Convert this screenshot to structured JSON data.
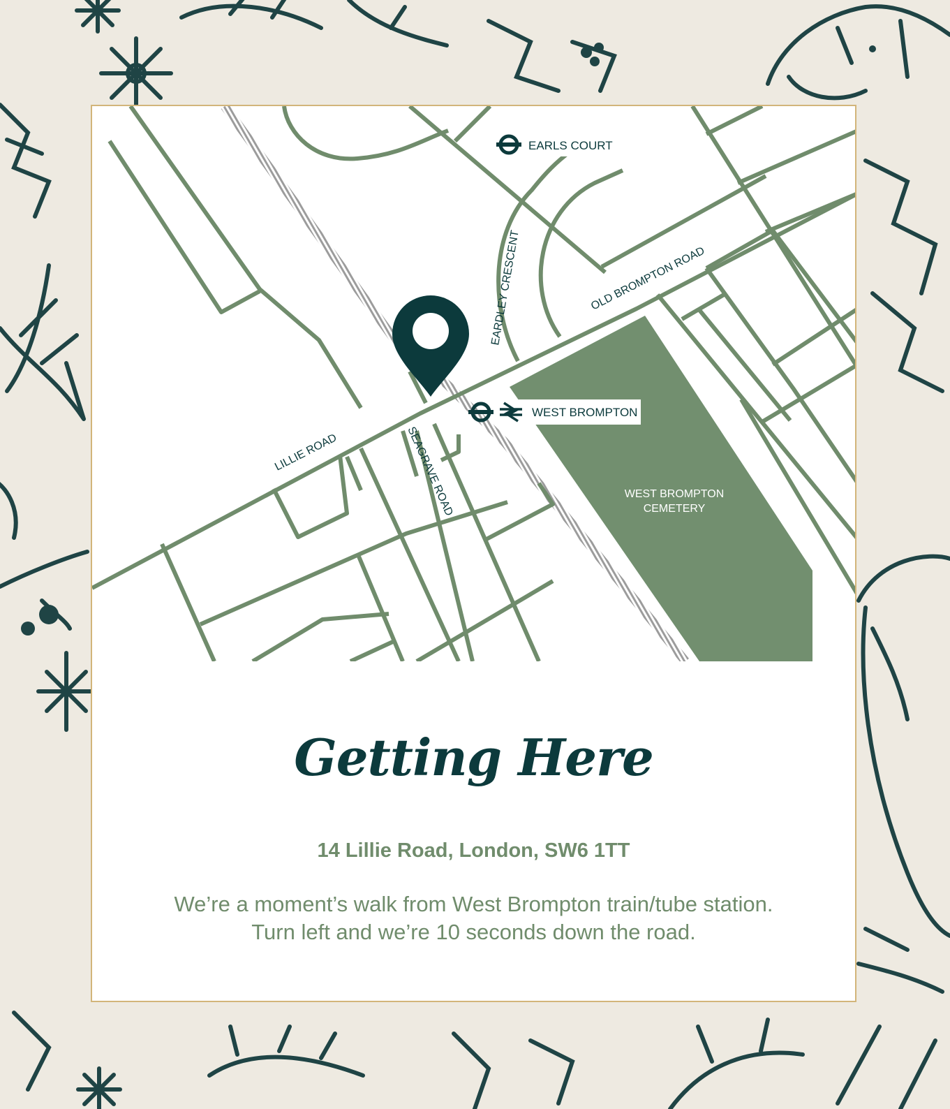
{
  "colors": {
    "background": "#eeeae1",
    "border": "#d2b57a",
    "road": "#708c6c",
    "park": "#728f6f",
    "ink": "#0c3a3c",
    "rail": "#9c9c9c"
  },
  "map": {
    "stations": [
      {
        "name": "EARLS COURT",
        "icons": [
          "underground-roundel-icon"
        ]
      },
      {
        "name": "WEST BROMPTON",
        "icons": [
          "underground-roundel-icon",
          "national-rail-icon"
        ]
      }
    ],
    "roads": [
      {
        "name": "EARDLEY CRESCENT"
      },
      {
        "name": "OLD BROMPTON ROAD"
      },
      {
        "name": "LILLIE ROAD"
      },
      {
        "name": "SEAGRAVE ROAD"
      }
    ],
    "park": {
      "line1": "WEST BROMPTON",
      "line2": "CEMETERY"
    },
    "marker_icon": "location-pin-icon"
  },
  "content": {
    "title": "Getting Here",
    "address": "14 Lillie Road, London, SW6 1TT",
    "directions_line1": "We’re a moment’s walk from West Brompton train/tube station.",
    "directions_line2": "Turn left and we’re 10 seconds down the road."
  }
}
